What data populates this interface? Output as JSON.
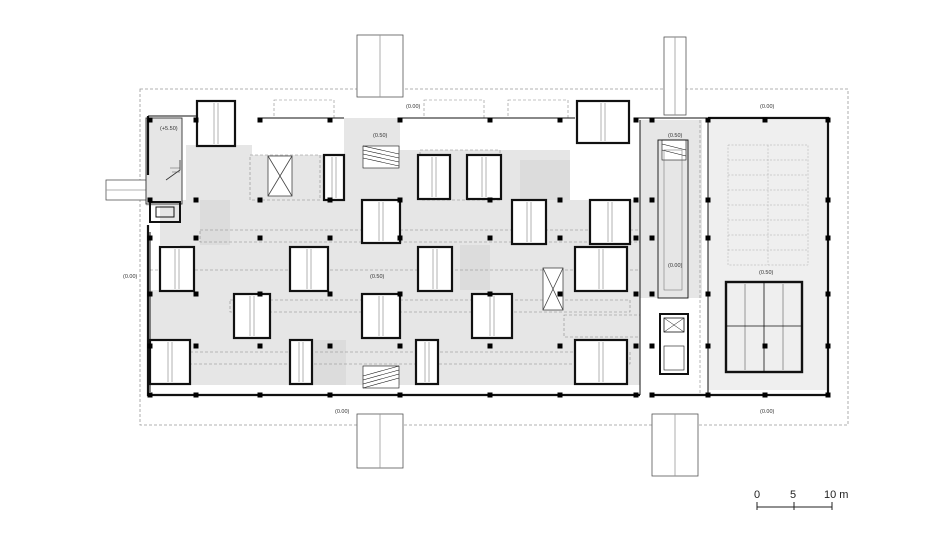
{
  "levels": {
    "stair_top": "(+5.50)",
    "north_mid": "(0.00)",
    "north_right": "(0.00)",
    "west": "(0.00)",
    "south": "(0.00)",
    "south_right": "(0.00)",
    "core_left": "(0.50)",
    "core_right": "(0.50)",
    "center": "(0.50)",
    "right_shaft": "(0.00)",
    "hall": "(0.50)"
  },
  "scale_bar": {
    "zero": "0",
    "mid": "5",
    "end": "10 m"
  },
  "colors": {
    "wall": "#111111",
    "floor": "#e6e6e6",
    "dash": "#888888",
    "pillar": "#000000"
  }
}
